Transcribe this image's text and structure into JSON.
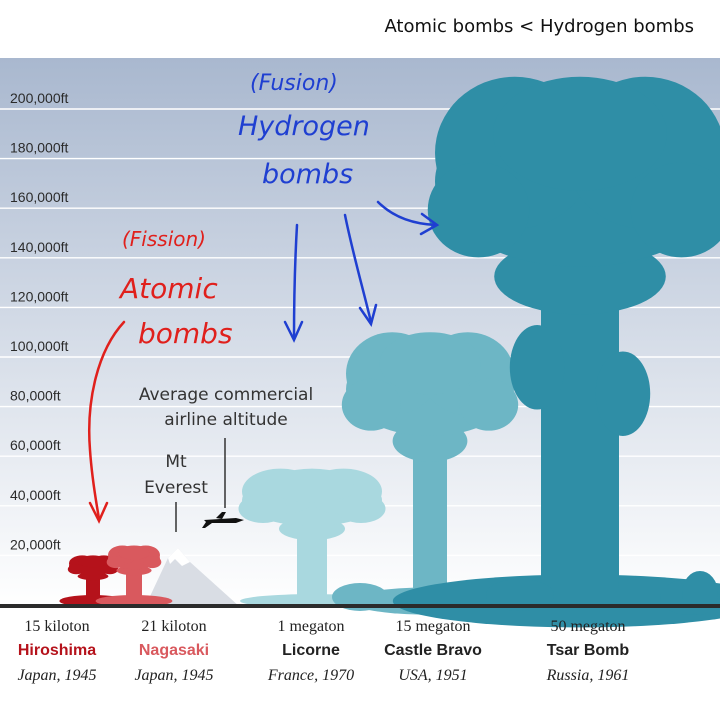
{
  "header": {
    "title": "Atomic bombs < Hydrogen bombs"
  },
  "annotations": {
    "fusion": "(Fusion)",
    "hydrogen_line1": "Hydrogen",
    "hydrogen_line2": "bombs",
    "fission": "(Fission)",
    "atomic_line1": "Atomic",
    "atomic_line2": "bombs",
    "airline_line1": "Average commercial",
    "airline_line2": "airline altitude",
    "everest_line1": "Mt",
    "everest_line2": "Everest"
  },
  "colors": {
    "hiroshima": "#b5121b",
    "nagasaki": "#d9595e",
    "licorne": "#a9d8df",
    "castle_bravo": "#6db6c5",
    "tsar_bomba": "#2f8ea6",
    "sky_top": "#a9b8cf",
    "sky_bottom": "#ffffff",
    "hand_blue": "#1f3fd1",
    "hand_red": "#e0201c"
  },
  "chart_data": {
    "type": "bar",
    "title": "",
    "xlabel": "",
    "ylabel": "",
    "ylim": [
      0,
      220000
    ],
    "yticks": [
      20000,
      40000,
      60000,
      80000,
      100000,
      120000,
      140000,
      160000,
      180000,
      200000
    ],
    "ytick_labels": [
      "20,000ft",
      "40,000ft",
      "60,000ft",
      "80,000ft",
      "100,000ft",
      "120,000ft",
      "140,000ft",
      "160,000ft",
      "180,000ft",
      "200,000ft"
    ],
    "grid": true,
    "categories": [
      "Hiroshima",
      "Nagasaki",
      "Licorne",
      "Castle Bravo",
      "Tsar Bomb"
    ],
    "bombs": [
      {
        "yield": "15 kiloton",
        "name": "Hiroshima",
        "place": "Japan, 1945",
        "cloud_height_ft": 20000
      },
      {
        "yield": "21 kiloton",
        "name": "Nagasaki",
        "place": "Japan, 1945",
        "cloud_height_ft": 24000
      },
      {
        "yield": "1 megaton",
        "name": "Licorne",
        "place": "France, 1970",
        "cloud_height_ft": 55000
      },
      {
        "yield": "15 megaton",
        "name": "Castle Bravo",
        "place": "USA, 1951",
        "cloud_height_ft": 110000
      },
      {
        "yield": "50 megaton",
        "name": "Tsar Bomb",
        "place": "Russia, 1961",
        "cloud_height_ft": 213000
      }
    ],
    "references": [
      {
        "name": "Mt Everest",
        "height_ft": 29000
      },
      {
        "name": "Average commercial airline altitude",
        "height_ft": 35000
      }
    ]
  }
}
